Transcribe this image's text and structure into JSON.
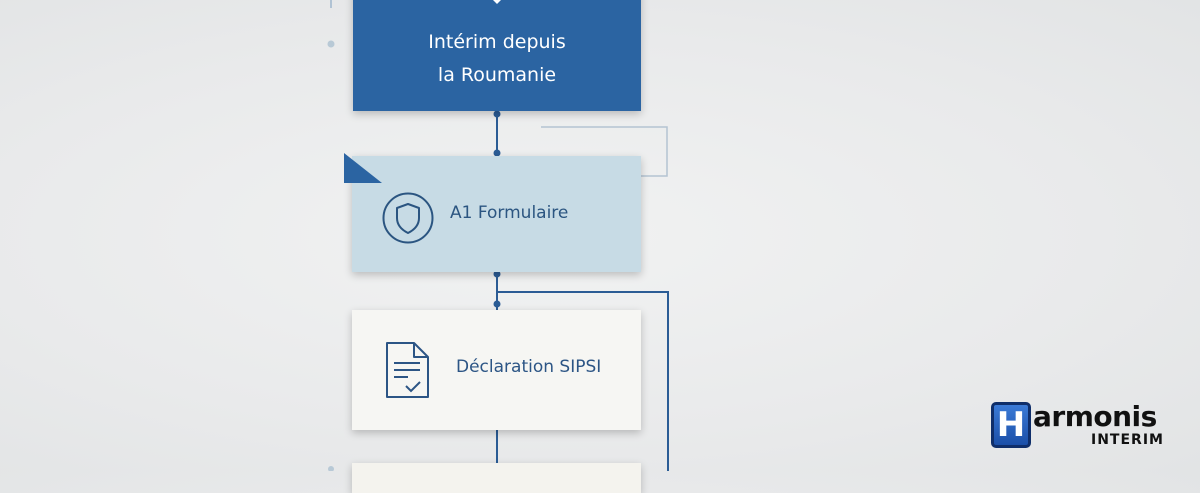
{
  "steps": [
    {
      "label": "Intérim depuis\nla Roumanie",
      "icon": "diamond-badge-icon"
    },
    {
      "label": "A1 Formulaire",
      "icon": "shield-icon"
    },
    {
      "label": "Déclaration SIPSI",
      "icon": "document-check-icon"
    },
    {
      "label": "",
      "icon": ""
    }
  ],
  "logo": {
    "letter": "H",
    "word": "armonis",
    "sub": "INTERIM"
  },
  "colors": {
    "primary": "#2b64a2",
    "light_blue": "#c7dbe5",
    "cream": "#f6f6f3",
    "connector": "#2b5c95",
    "background": "#ebeced"
  }
}
